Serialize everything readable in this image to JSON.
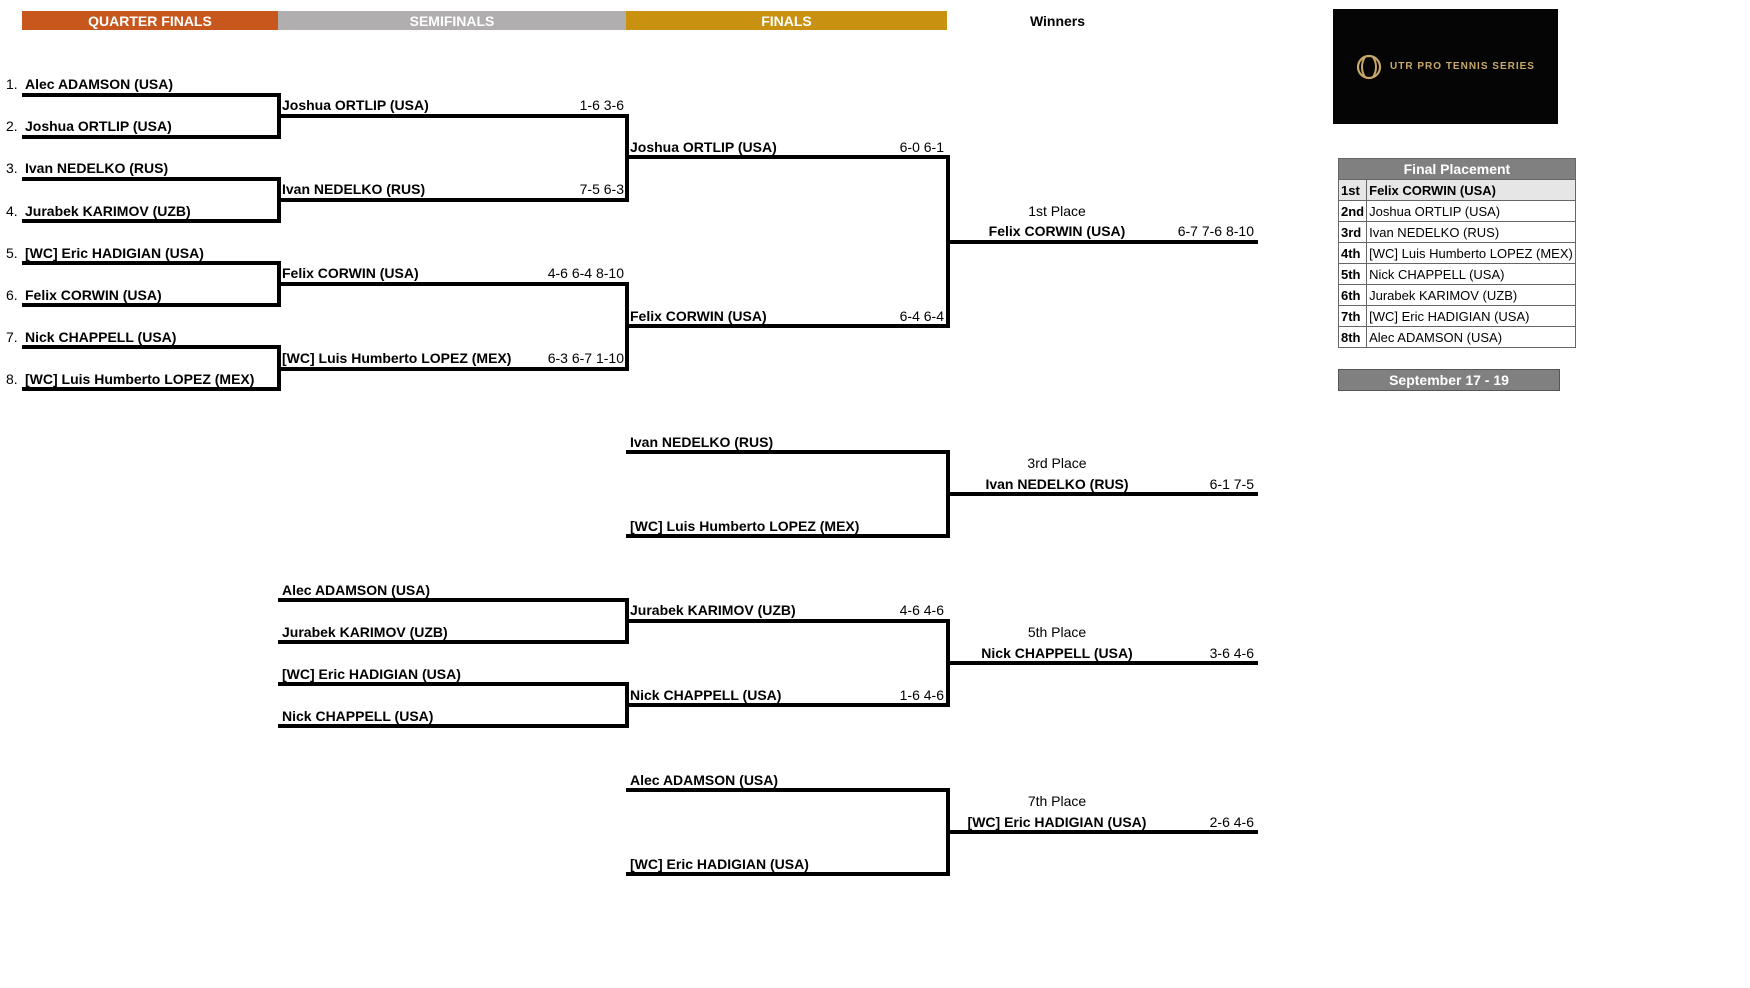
{
  "headers": {
    "quarter_finals": "QUARTER FINALS",
    "semifinals": "SEMIFINALS",
    "finals": "FINALS",
    "winners": "Winners"
  },
  "colors": {
    "quarter_finals": "#c8571e",
    "semifinals": "#b0aeae",
    "finals": "#c8910f",
    "placement_header": "#808080"
  },
  "quarterfinals": [
    {
      "seed": "1.",
      "name": "Alec ADAMSON (USA)"
    },
    {
      "seed": "2.",
      "name": "Joshua ORTLIP (USA)"
    },
    {
      "seed": "3.",
      "name": "Ivan NEDELKO (RUS)"
    },
    {
      "seed": "4.",
      "name": "Jurabek KARIMOV (UZB)"
    },
    {
      "seed": "5.",
      "name": "[WC] Eric HADIGIAN (USA)"
    },
    {
      "seed": "6.",
      "name": "Felix CORWIN (USA)"
    },
    {
      "seed": "7.",
      "name": "Nick CHAPPELL (USA)"
    },
    {
      "seed": "8.",
      "name": "[WC] Luis Humberto LOPEZ (MEX)"
    }
  ],
  "semifinals": [
    {
      "name": "Joshua ORTLIP (USA)",
      "score": "1-6 3-6"
    },
    {
      "name": "Ivan NEDELKO (RUS)",
      "score": "7-5 6-3"
    },
    {
      "name": "Felix CORWIN (USA)",
      "score": "4-6 6-4 8-10"
    },
    {
      "name": "[WC] Luis Humberto LOPEZ (MEX)",
      "score": "6-3 6-7 1-10"
    }
  ],
  "finals": [
    {
      "name": "Joshua ORTLIP (USA)",
      "score": "6-0 6-1"
    },
    {
      "name": "Felix CORWIN (USA)",
      "score": "6-4 6-4"
    }
  ],
  "third_place_match": [
    {
      "name": "Ivan NEDELKO (RUS)"
    },
    {
      "name": "[WC] Luis Humberto LOPEZ (MEX)"
    }
  ],
  "consolation_semis": [
    {
      "name": "Alec ADAMSON (USA)"
    },
    {
      "name": "Jurabek KARIMOV (UZB)"
    },
    {
      "name": "[WC] Eric HADIGIAN (USA)"
    },
    {
      "name": "Nick CHAPPELL (USA)"
    }
  ],
  "fifth_place_match": [
    {
      "name": "Jurabek KARIMOV (UZB)",
      "score": "4-6 4-6"
    },
    {
      "name": "Nick CHAPPELL (USA)",
      "score": "1-6 4-6"
    }
  ],
  "seventh_place_match": [
    {
      "name": "Alec ADAMSON (USA)"
    },
    {
      "name": "[WC] Eric HADIGIAN (USA)"
    }
  ],
  "winners": [
    {
      "place": "1st Place",
      "name": "Felix CORWIN (USA)",
      "score": "6-7 7-6 8-10"
    },
    {
      "place": "3rd Place",
      "name": "Ivan NEDELKO (RUS)",
      "score": "6-1 7-5"
    },
    {
      "place": "5th Place",
      "name": "Nick CHAPPELL (USA)",
      "score": "3-6 4-6"
    },
    {
      "place": "7th Place",
      "name": "[WC] Eric HADIGIAN (USA)",
      "score": "2-6 4-6"
    }
  ],
  "logo": {
    "text": "UTR PRO TENNIS SERIES",
    "icon": "tennis-ball-icon"
  },
  "final_placement": {
    "title": "Final Placement",
    "rows": [
      {
        "rank": "1st",
        "name": "Felix CORWIN (USA)"
      },
      {
        "rank": "2nd",
        "name": "Joshua ORTLIP (USA)"
      },
      {
        "rank": "3rd",
        "name": "Ivan NEDELKO (RUS)"
      },
      {
        "rank": "4th",
        "name": "[WC] Luis Humberto LOPEZ (MEX)"
      },
      {
        "rank": "5th",
        "name": "Nick CHAPPELL (USA)"
      },
      {
        "rank": "6th",
        "name": "Jurabek KARIMOV (UZB)"
      },
      {
        "rank": "7th",
        "name": "[WC] Eric HADIGIAN (USA)"
      },
      {
        "rank": "8th",
        "name": "Alec ADAMSON (USA)"
      }
    ]
  },
  "dates": "September 17 - 19"
}
